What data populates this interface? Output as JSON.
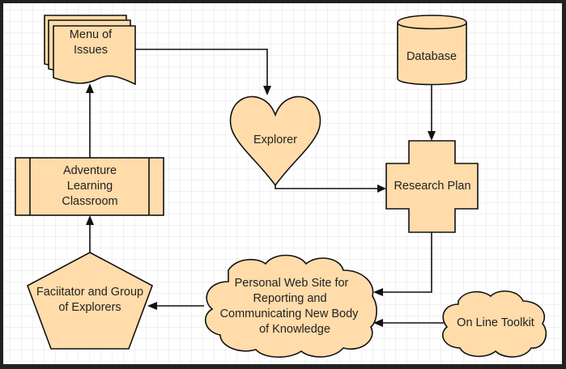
{
  "diagram": {
    "type": "flowchart",
    "colors": {
      "frame": "#222222",
      "background": "#FFFFFF",
      "grid": "#E3E3E3",
      "node_fill": "#FFDCAA",
      "stroke": "#111111",
      "text": "#222222"
    },
    "nodes": [
      {
        "id": "menu",
        "shape": "multi-document",
        "lines": [
          "Menu of",
          "Issues"
        ]
      },
      {
        "id": "explorer",
        "shape": "heart",
        "lines": [
          "Explorer"
        ]
      },
      {
        "id": "database",
        "shape": "cylinder",
        "lines": [
          "Database"
        ]
      },
      {
        "id": "classroom",
        "shape": "predefined-process",
        "lines": [
          "Adventure",
          "Learning",
          "Classroom"
        ]
      },
      {
        "id": "research",
        "shape": "cross",
        "lines": [
          "Research Plan"
        ]
      },
      {
        "id": "facilitator",
        "shape": "pentagon",
        "lines": [
          "Faciitator and Group",
          "of Explorers"
        ]
      },
      {
        "id": "website",
        "shape": "cloud",
        "lines": [
          "Personal Web Site for",
          "Reporting and",
          "Communicating New Body",
          "of Knowledge"
        ]
      },
      {
        "id": "toolkit",
        "shape": "cloud",
        "lines": [
          "On Line Toolkit"
        ]
      }
    ],
    "edges": [
      {
        "from": "menu",
        "to": "explorer"
      },
      {
        "from": "explorer",
        "to": "research"
      },
      {
        "from": "database",
        "to": "research"
      },
      {
        "from": "research",
        "to": "website"
      },
      {
        "from": "toolkit",
        "to": "website"
      },
      {
        "from": "website",
        "to": "facilitator"
      },
      {
        "from": "facilitator",
        "to": "classroom"
      },
      {
        "from": "classroom",
        "to": "menu"
      }
    ]
  }
}
